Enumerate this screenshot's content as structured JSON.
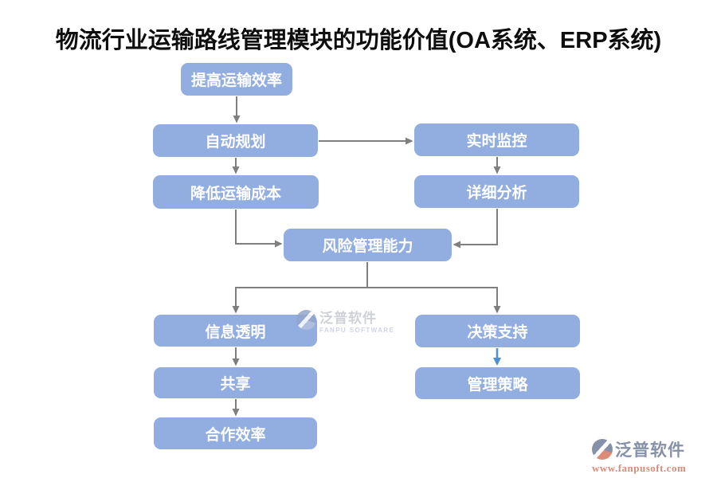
{
  "title": "物流行业运输路线管理模块的功能价值(OA系统、ERP系统)",
  "colors": {
    "title_color": "#0e0e0e",
    "node_fill": "#92ade0",
    "node_text": "#ffffff",
    "connector": "#7f7f7f",
    "highlight_arrow": "#4a90d2",
    "brand_slate": "#8691a7",
    "brand_salmon": "#dd8a78",
    "watermark_gray": "#c6cad2",
    "watermark_blue": "#c4cfe3"
  },
  "nodes": {
    "improve_efficiency": "提高运输效率",
    "auto_planning": "自动规划",
    "realtime_monitoring": "实时监控",
    "reduce_cost": "降低运输成本",
    "detailed_analysis": "详细分析",
    "risk_management": "风险管理能力",
    "info_transparency": "信息透明",
    "decision_support": "决策支持",
    "sharing": "共享",
    "management_strategy": "管理策略",
    "cooperation_efficiency": "合作效率"
  },
  "watermark": {
    "brand": "泛普软件",
    "tagline": "FANPU SOFTWARE"
  },
  "footer": {
    "brand": "泛普软件",
    "url": "www.fanpusoft.com"
  }
}
